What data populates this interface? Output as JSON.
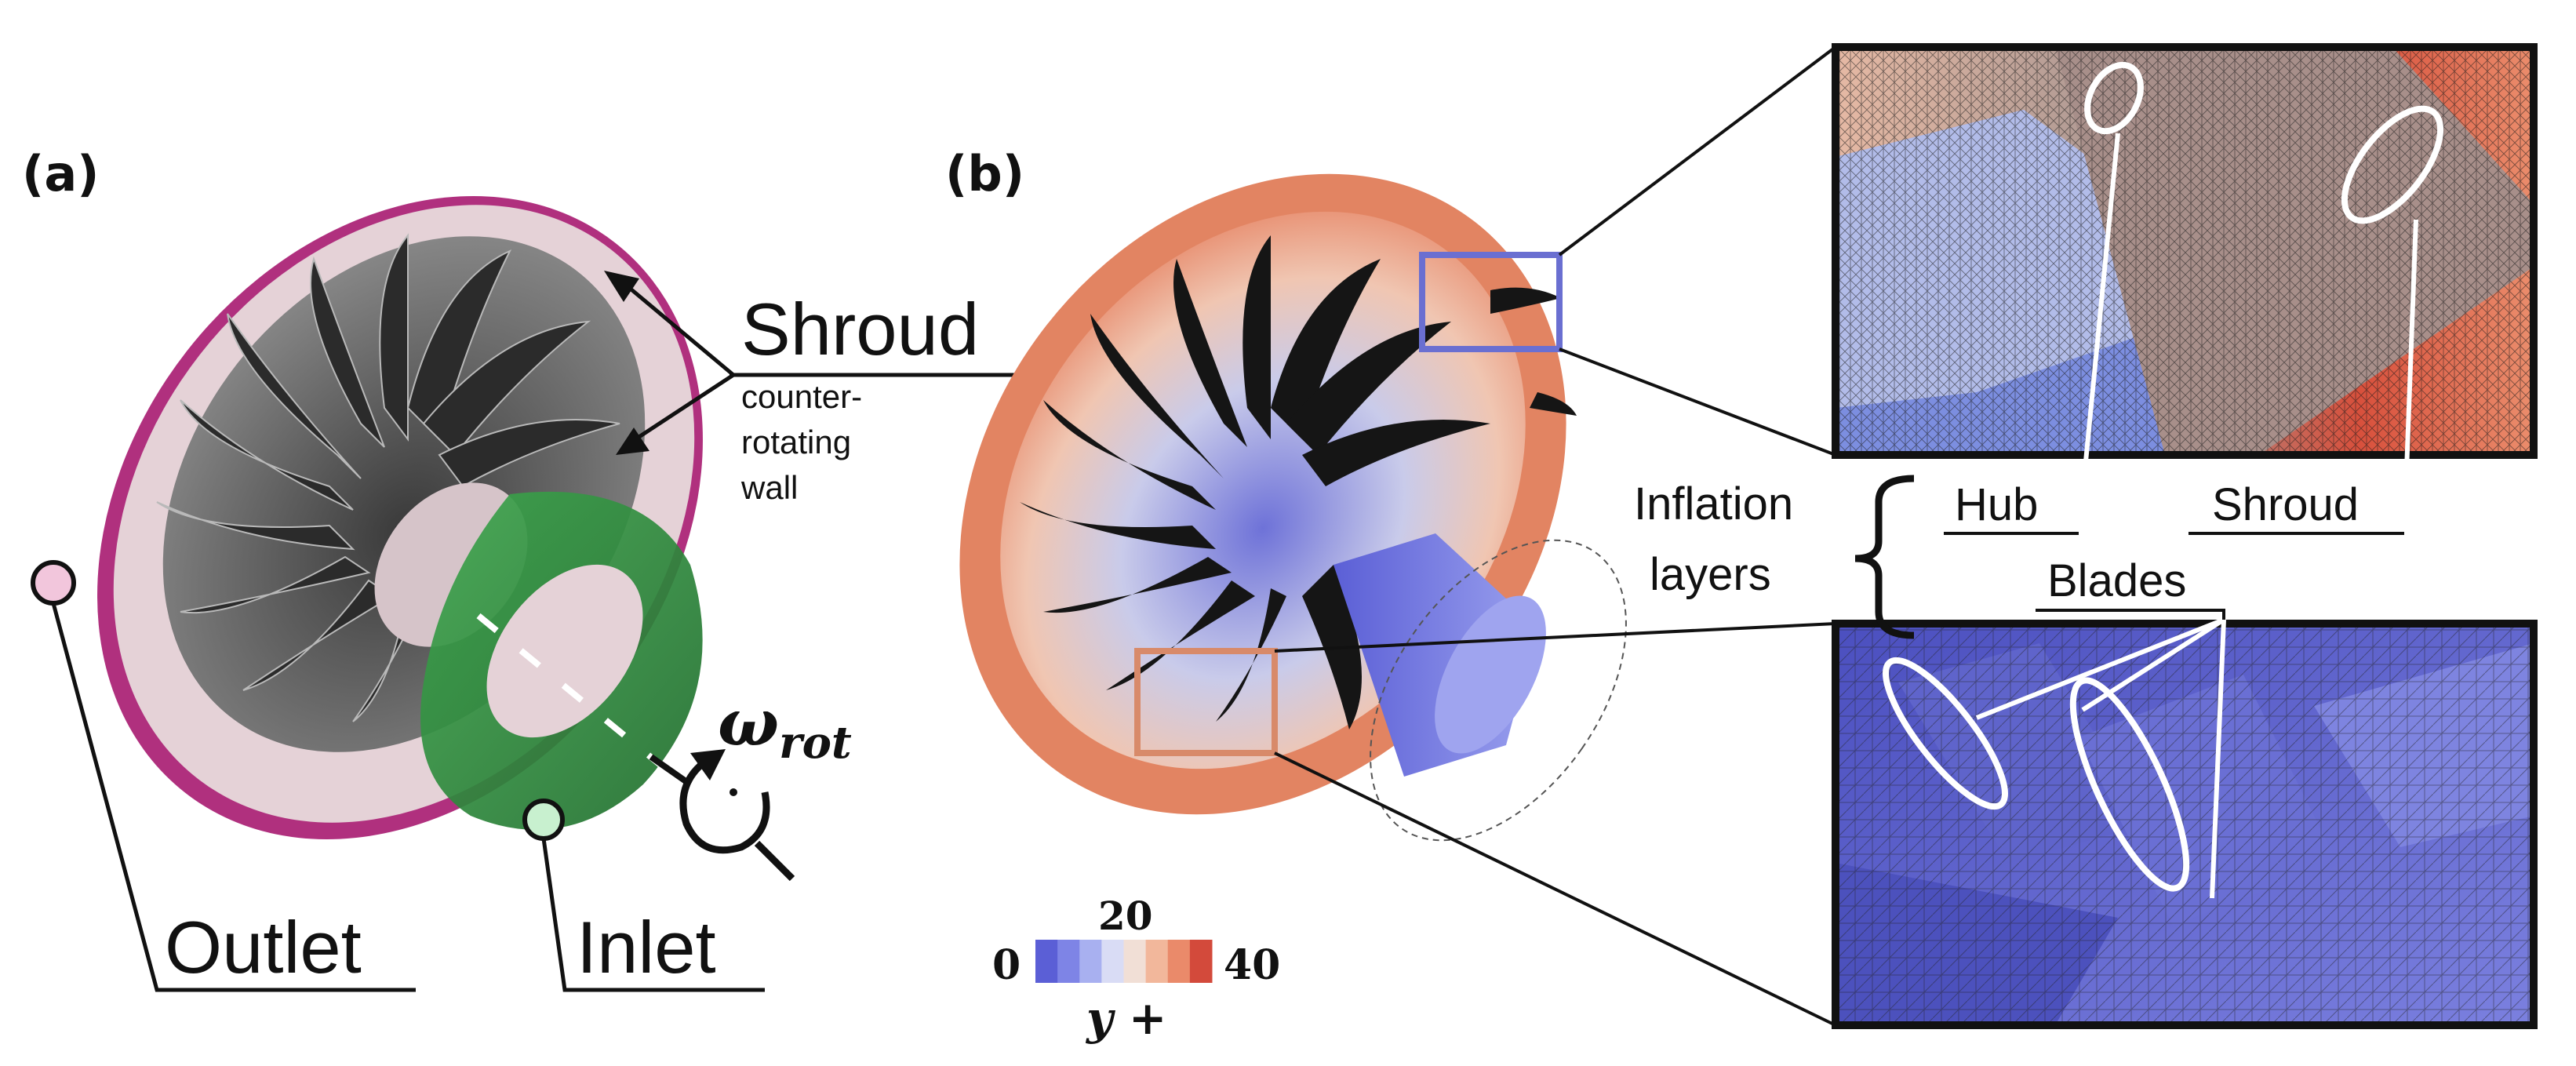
{
  "panel_a": {
    "label": "(a)",
    "shroud": "Shroud",
    "shroud_note_1": "counter-",
    "shroud_note_2": "rotating",
    "shroud_note_3": "wall",
    "outlet": "Outlet",
    "inlet": "Inlet",
    "omega": "ω",
    "omega_sub": "rot"
  },
  "panel_b": {
    "label": "(b)",
    "colorbar": {
      "min": "0",
      "mid": "20",
      "max": "40",
      "title": "y +",
      "colors": [
        "#5b5fd6",
        "#7e84e6",
        "#a8b0f0",
        "#d9dcf5",
        "#f1dfd6",
        "#f2b79b",
        "#ea8a6a",
        "#d34a3b"
      ]
    }
  },
  "zoom": {
    "hub": "Hub",
    "shroud": "Shroud",
    "inflation_1": "Inflation",
    "inflation_2": "layers",
    "blades": "Blades"
  },
  "colors": {
    "outlet_ring": "#b0307e",
    "shroud_face": "#e5d2d7",
    "inlet_disk": "#2d8a3c",
    "zoom_box_top": "#6a6fd1",
    "zoom_box_bottom": "#d88a6a"
  }
}
